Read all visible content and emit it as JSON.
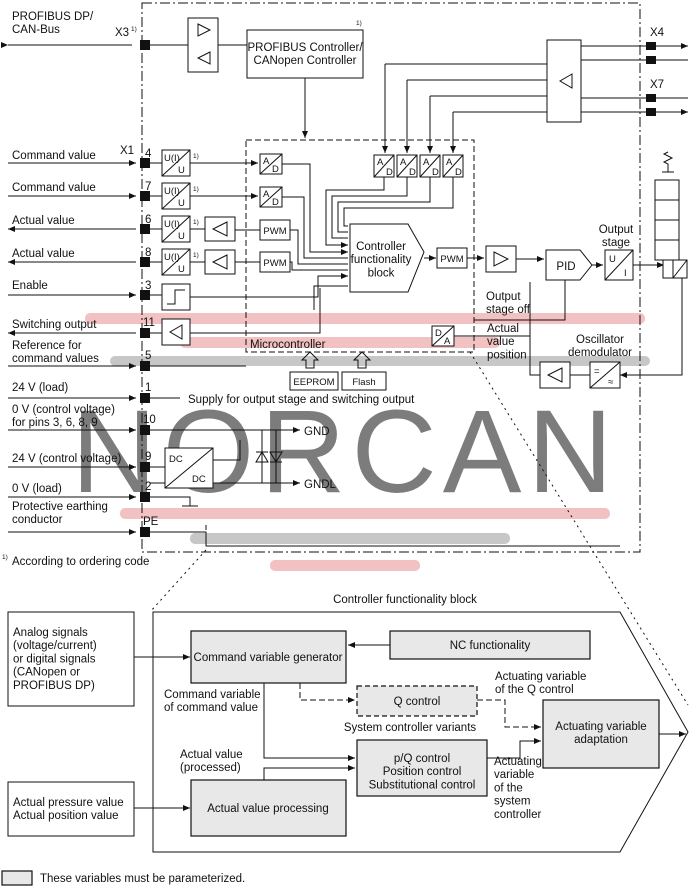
{
  "signals": {
    "profibus": "PROFIBUS DP/\nCAN-Bus",
    "x3": "X3",
    "x4": "X4",
    "x7": "X7",
    "x1": "X1",
    "cmd1": "Command value",
    "cmd2": "Command value",
    "act1": "Actual value",
    "act2": "Actual value",
    "enable": "Enable",
    "switching_output": "Switching output",
    "reference": "Reference for\ncommand values",
    "v24_load": "24 V (load)",
    "v0_control": "0 V (control voltage)\nfor pins 3, 6, 8, 9",
    "v24_control": "24 V (control voltage)",
    "v0_load": "0 V (load)",
    "earthing": "Protective earthing\nconductor",
    "pe": "PE",
    "pins": [
      "4",
      "7",
      "6",
      "8",
      "3",
      "11",
      "5",
      "1",
      "10",
      "9",
      "2"
    ],
    "footnote_mark": "1)",
    "footnote": "According to ordering code"
  },
  "blocks": {
    "profibus_controller": "PROFIBUS Controller/\nCANopen Controller",
    "controller_block": "Controller\nfunctionality\nblock",
    "pwm": "PWM",
    "pid": "PID",
    "output_stage": "Output\nstage",
    "output_stage_off": "Output\nstage off",
    "actual_value_position": "Actual\nvalue\nposition",
    "oscillator": "Oscillator\ndemodulator",
    "microcontroller": "Microcontroller",
    "eeprom": "EEPROM",
    "flash": "Flash",
    "supply": "Supply for output stage and switching output",
    "gnd": "GND",
    "gndl": "GNDL",
    "dc": "DC",
    "ad": "A/D",
    "da": "D/A",
    "ui": "U(I)/U"
  },
  "watermark": "NORCAN",
  "functionality": {
    "title": "Controller functionality block",
    "analog_signals": "Analog signals\n(voltage/current)\nor digital signals\n(CANopen or\nPROFIBUS DP)",
    "actual_inputs": "Actual pressure value\nActual position value",
    "command_generator": "Command variable generator",
    "nc": "NC functionality",
    "q_control": "Q control",
    "system_variants": "System controller variants",
    "pq_control": "p/Q control\nPosition control\nSubstitutional control",
    "actuating_adaptation": "Actuating variable\nadaptation",
    "actual_processing": "Actual value processing",
    "cmd_of_cmd": "Command variable\nof command value",
    "actual_processed": "Actual value\n(processed)",
    "actuating_q": "Actuating variable\nof the Q control",
    "actuating_system": "Actuating\nvariable\nof the\nsystem\ncontroller"
  },
  "legend": "These variables must be parameterized.",
  "colors": {
    "gray_fill": "#e8e8e8",
    "watermark_gray": "#9a9a9a",
    "watermark_red": "#e89090"
  }
}
